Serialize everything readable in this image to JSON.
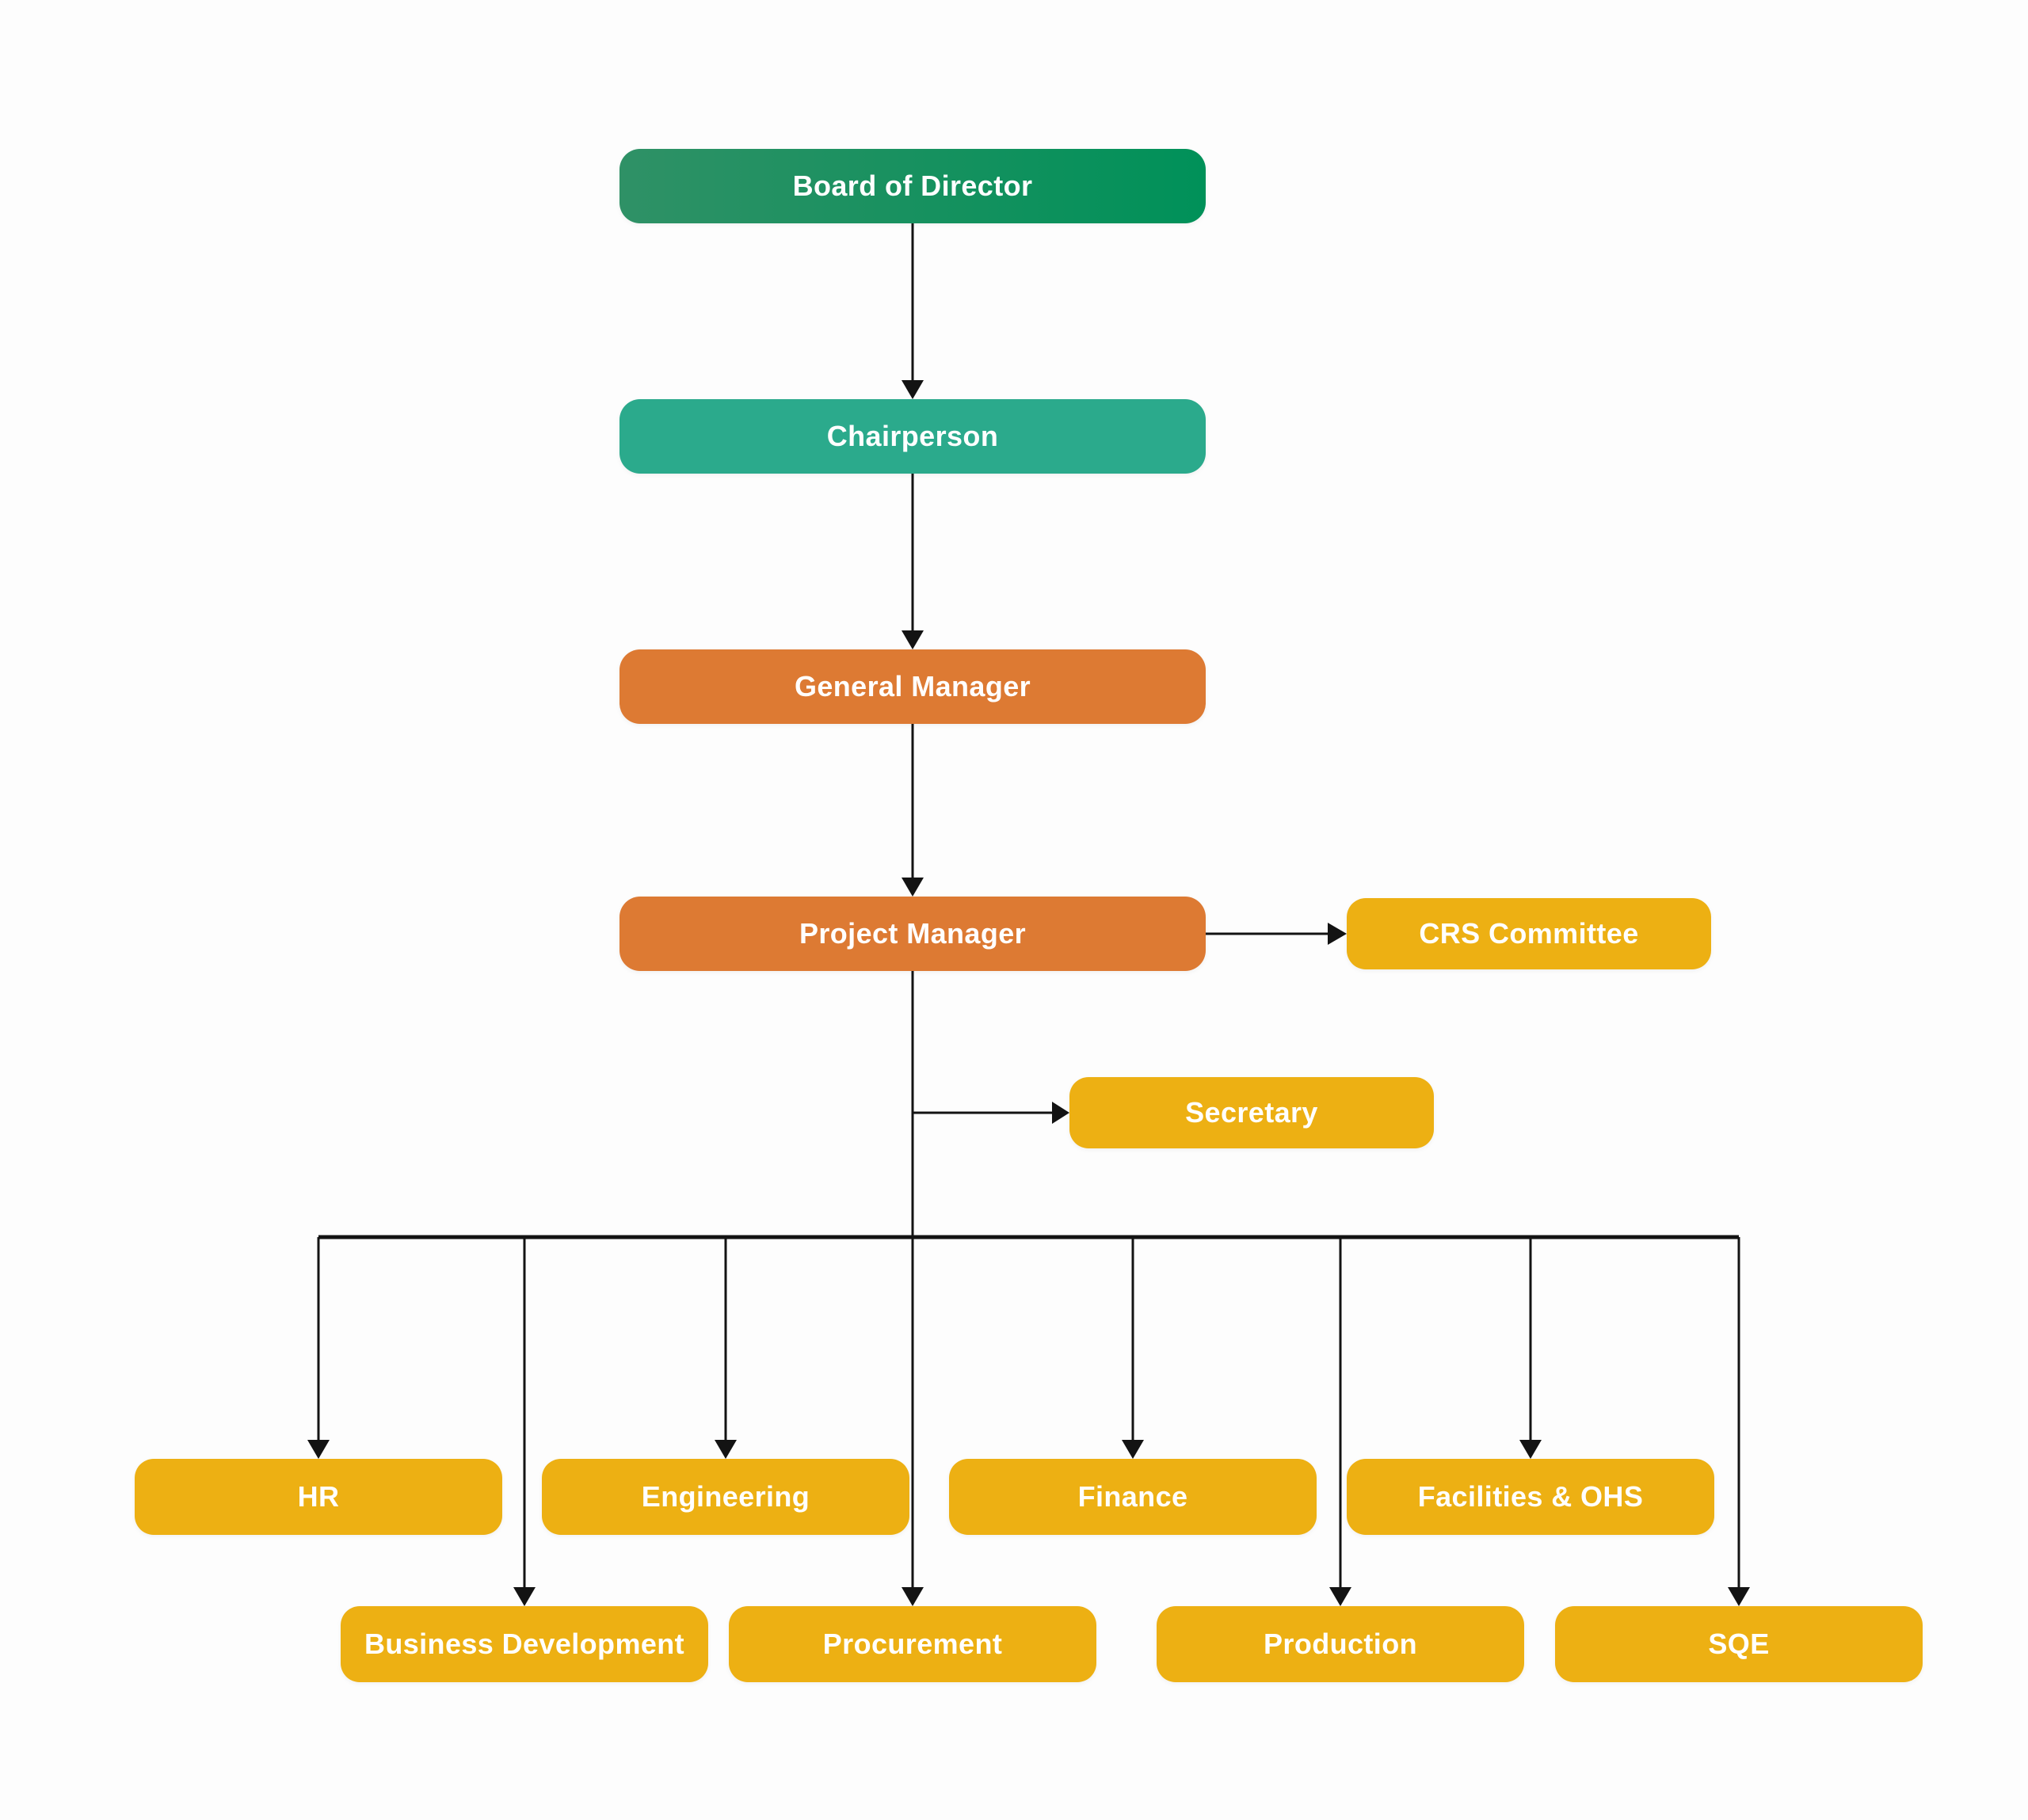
{
  "diagram": {
    "type": "org-chart",
    "background": "#FDFDFD",
    "connector_color": "#131313",
    "text_color": "#FFFFFF",
    "palette": {
      "green_gradient_start": "#2F9166",
      "green_gradient_end": "#009159",
      "teal": "#2BAA8C",
      "orange": "#DD7A33",
      "yellow": "#EDB013"
    },
    "nodes": [
      {
        "id": "board-of-director",
        "label": "Board of Director",
        "color": "green"
      },
      {
        "id": "chairperson",
        "label": "Chairperson",
        "color": "teal"
      },
      {
        "id": "general-manager",
        "label": "General Manager",
        "color": "orange"
      },
      {
        "id": "project-manager",
        "label": "Project Manager",
        "color": "orange"
      },
      {
        "id": "crs-committee",
        "label": "CRS Committee",
        "color": "yellow"
      },
      {
        "id": "secretary",
        "label": "Secretary",
        "color": "yellow"
      },
      {
        "id": "hr",
        "label": "HR",
        "color": "yellow"
      },
      {
        "id": "engineering",
        "label": "Engineering",
        "color": "yellow"
      },
      {
        "id": "finance",
        "label": "Finance",
        "color": "yellow"
      },
      {
        "id": "facilities-ohs",
        "label": "Facilities & OHS",
        "color": "yellow"
      },
      {
        "id": "business-development",
        "label": "Business Development",
        "color": "yellow"
      },
      {
        "id": "procurement",
        "label": "Procurement",
        "color": "yellow"
      },
      {
        "id": "production",
        "label": "Production",
        "color": "yellow"
      },
      {
        "id": "sqe",
        "label": "SQE",
        "color": "yellow"
      }
    ],
    "edges": [
      {
        "from": "board-of-director",
        "to": "chairperson"
      },
      {
        "from": "chairperson",
        "to": "general-manager"
      },
      {
        "from": "general-manager",
        "to": "project-manager"
      },
      {
        "from": "project-manager",
        "to": "crs-committee"
      },
      {
        "from": "project-manager",
        "to": "secretary"
      },
      {
        "from": "project-manager",
        "to": "hr"
      },
      {
        "from": "project-manager",
        "to": "engineering"
      },
      {
        "from": "project-manager",
        "to": "finance"
      },
      {
        "from": "project-manager",
        "to": "facilities-ohs"
      },
      {
        "from": "project-manager",
        "to": "business-development"
      },
      {
        "from": "project-manager",
        "to": "procurement"
      },
      {
        "from": "project-manager",
        "to": "production"
      },
      {
        "from": "project-manager",
        "to": "sqe"
      }
    ]
  }
}
